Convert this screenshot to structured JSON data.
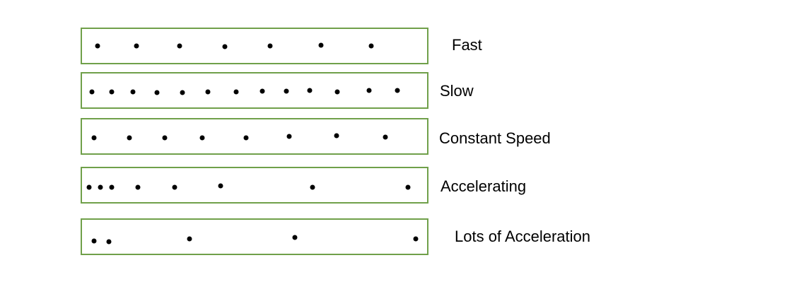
{
  "colors": {
    "strip_border": "#70a04a",
    "dot": "#000000",
    "background": "#ffffff"
  },
  "strips": [
    {
      "label": "Fast",
      "dot_count": 7
    },
    {
      "label": "Slow",
      "dot_count": 13
    },
    {
      "label": "Constant Speed",
      "dot_count": 8
    },
    {
      "label": "Accelerating",
      "dot_count": 8
    },
    {
      "label": "Lots of Acceleration",
      "dot_count": 5
    }
  ]
}
